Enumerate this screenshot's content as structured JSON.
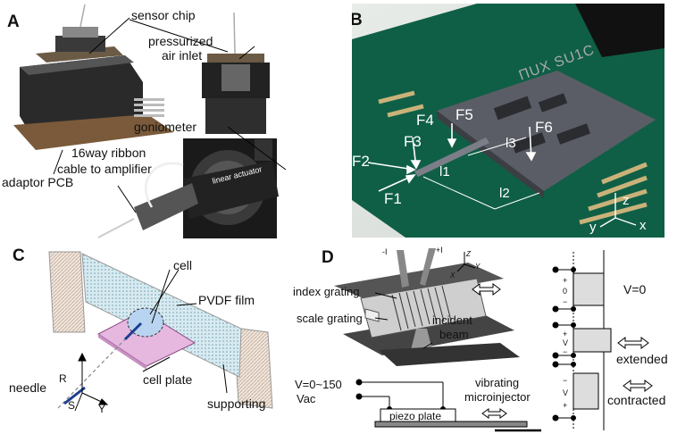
{
  "panel_a": {
    "label": "A",
    "annotations": {
      "sensor_chip": "sensor chip",
      "pressurized_air_inlet_1": "pressurized",
      "pressurized_air_inlet_2": "air inlet",
      "goniometer": "goniometer",
      "ribbon_cable_1": "16way ribbon",
      "ribbon_cable_2": "cable to amplifier",
      "adaptor_pcb": "adaptor PCB",
      "linear_actuator": "linear actuator"
    }
  },
  "panel_b": {
    "label": "B",
    "chip_text": "ΠUX  SU1C",
    "forces": {
      "f1": "F1",
      "f2": "F2",
      "f3": "F3",
      "f4": "F4",
      "f5": "F5",
      "f6": "F6"
    },
    "lengths": {
      "l1": "l1",
      "l2": "l2",
      "l3": "l3"
    },
    "axes": {
      "x": "x",
      "y": "y",
      "z": "z"
    }
  },
  "panel_c": {
    "label": "C",
    "annotations": {
      "cell": "cell",
      "pvdf_film": "PVDF film",
      "needle": "needle",
      "cell_plate": "cell plate",
      "supporting": "supporting"
    },
    "axes": {
      "r": "R",
      "s": "S",
      "y": "Y"
    }
  },
  "panel_d": {
    "label": "D",
    "annotations": {
      "index_grating": "index grating",
      "scale_grating": "scale grating",
      "incident_beam_1": "incident",
      "incident_beam_2": "beam",
      "voltage_1": "V=0~150",
      "voltage_2": "Vac",
      "piezo_plate": "piezo plate",
      "vibrating_1": "vibrating",
      "vibrating_2": "microinjector",
      "minus_i": "-I",
      "plus_i": "+I"
    },
    "axes": {
      "z": "Z",
      "y": "Y",
      "x": "X"
    },
    "states": {
      "v0": "V=0",
      "extended": "extended",
      "contracted": "contracted"
    },
    "signs": {
      "s1_top": "+",
      "s1_mid": "0",
      "s1_bot": "−",
      "s2_top": "+",
      "s2_mid": "V",
      "s2_bot": "−",
      "s3_top": "−",
      "s3_mid": "V",
      "s3_bot": "+"
    }
  }
}
